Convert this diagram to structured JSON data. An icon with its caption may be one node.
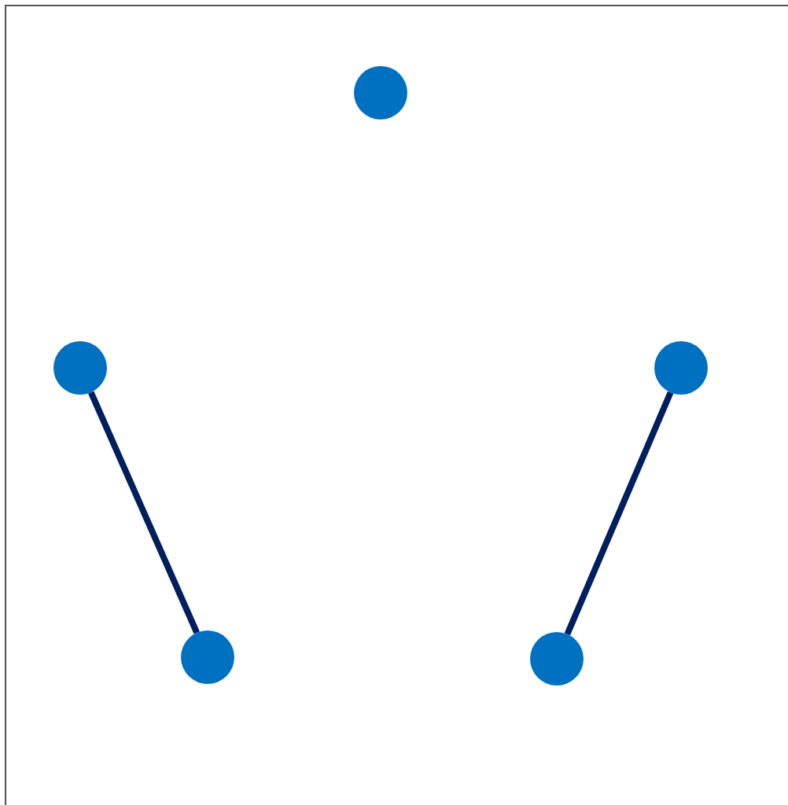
{
  "diagram": {
    "nodes": [
      {
        "text": [],
        "shape": "circle"
      },
      {
        "text": [],
        "shape": "circle"
      },
      {
        "text": [],
        "shape": "circle"
      },
      {
        "text": [],
        "shape": "circle"
      },
      {
        "text": [],
        "shape": "circle"
      }
    ],
    "edges": [
      {
        "from": 1,
        "to": 3,
        "arrow": "none"
      },
      {
        "from": 2,
        "to": 4,
        "arrow": "none"
      }
    ]
  }
}
